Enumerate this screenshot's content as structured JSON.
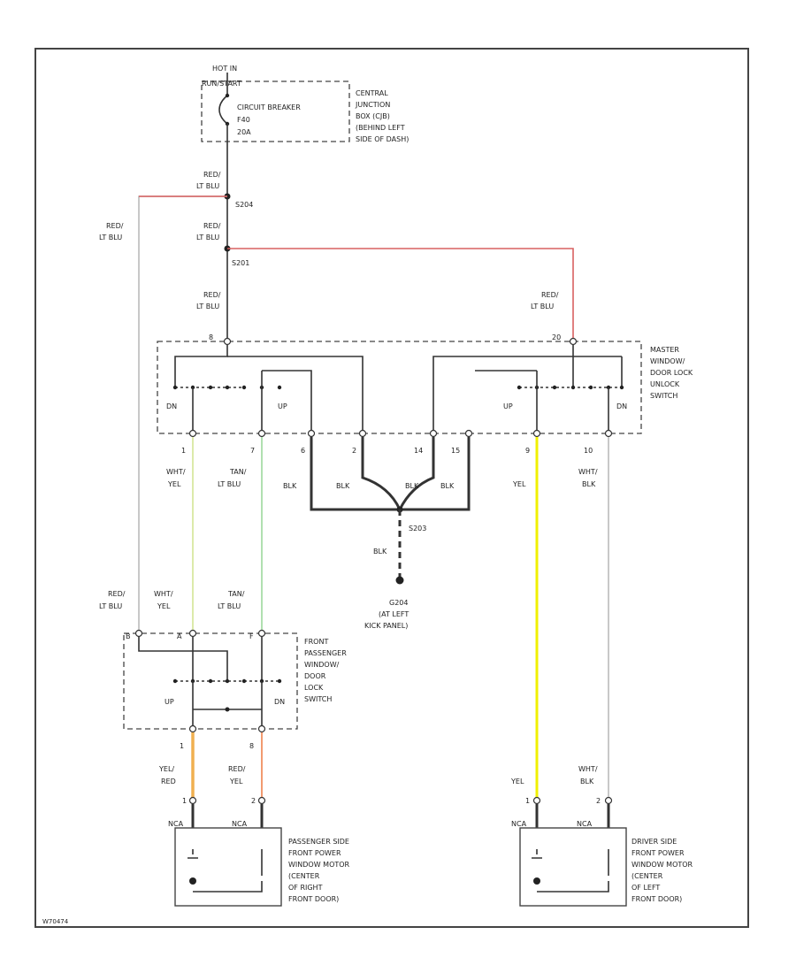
{
  "colors": {
    "red_lt_blu": "#d86060",
    "wht_yel": "#d8e8a0",
    "tan_lt_blu": "#a8dca8",
    "yel": "#f0f000",
    "yel_red": "#f0b050",
    "red_yel": "#f09060",
    "wire": "#333333",
    "lt_gray": "#bbbbbb"
  },
  "top": {
    "hot_label": "HOT IN",
    "hot_label2": "RUN/START",
    "breaker_line1": "CIRCUIT BREAKER",
    "breaker_line2": "F40",
    "breaker_line3": "20A",
    "cjb_line1": "CENTRAL",
    "cjb_line2": "JUNCTION",
    "cjb_line3": "BOX (CJB)",
    "cjb_line4": "(BEHIND LEFT",
    "cjb_line5": "SIDE OF DASH)"
  },
  "splices": {
    "s204": "S204",
    "s201": "S201",
    "s203": "S203"
  },
  "wire_labels": {
    "red_lt_blu_a": "RED/",
    "red_lt_blu_b": "LT BLU",
    "wht_yel_a": "WHT/",
    "wht_yel_b": "YEL",
    "tan_lt_blu_a": "TAN/",
    "tan_lt_blu_b": "LT BLU",
    "blk": "BLK",
    "yel": "YEL",
    "wht_blk_a": "WHT/",
    "wht_blk_b": "BLK",
    "yel_red_a": "YEL/",
    "yel_red_b": "RED",
    "red_yel_a": "RED/",
    "red_yel_b": "YEL"
  },
  "master_switch": {
    "line1": "MASTER",
    "line2": "WINDOW/",
    "line3": "DOOR LOCK",
    "line4": "UNLOCK",
    "line5": "SWITCH",
    "dn": "DN",
    "up": "UP",
    "pin_top_left": "8",
    "pin_top_right": "20",
    "pins": [
      "1",
      "7",
      "6",
      "2",
      "14",
      "15",
      "9",
      "10"
    ]
  },
  "ground": {
    "label1": "G204",
    "label2": "(AT LEFT",
    "label3": "KICK PANEL)"
  },
  "pass_switch": {
    "line1": "FRONT",
    "line2": "PASSENGER",
    "line3": "WINDOW/",
    "line4": "DOOR",
    "line5": "LOCK",
    "line6": "SWITCH",
    "up": "UP",
    "dn": "DN",
    "pin_top": [
      "B",
      "A",
      "F"
    ],
    "pin_bottom": [
      "1",
      "8"
    ]
  },
  "pass_motor": {
    "nca": "NCA",
    "pins": [
      "1",
      "2"
    ],
    "line1": "PASSENGER SIDE",
    "line2": "FRONT POWER",
    "line3": "WINDOW MOTOR",
    "line4": "(CENTER",
    "line5": "OF RIGHT",
    "line6": "FRONT DOOR)"
  },
  "driver_motor": {
    "nca": "NCA",
    "pins": [
      "1",
      "2"
    ],
    "line1": "DRIVER SIDE",
    "line2": "FRONT POWER",
    "line3": "WINDOW MOTOR",
    "line4": "(CENTER",
    "line5": "OF LEFT",
    "line6": "FRONT DOOR)"
  },
  "footer": {
    "code": "W70474"
  }
}
